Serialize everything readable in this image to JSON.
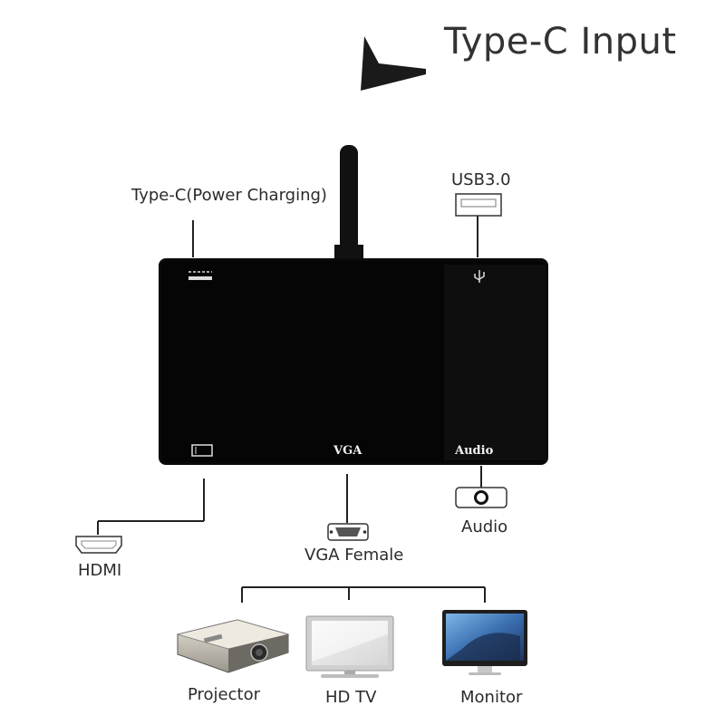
{
  "title": "Type-C Input",
  "ports": {
    "typec_power": "Type-C(Power Charging)",
    "usb": "USB3.0",
    "hub_vga": "VGA",
    "hub_audio": "Audio"
  },
  "outputs": {
    "hdmi": "HDMI",
    "vga": "VGA Female",
    "audio": "Audio"
  },
  "devices": {
    "projector": "Projector",
    "hdtv": "HD TV",
    "monitor": "Monitor"
  },
  "icons": [
    "type-c-port-icon",
    "usb-symbol-icon",
    "hdmi-port-icon",
    "hdmi-connector-icon",
    "vga-connector-icon",
    "audio-jack-icon",
    "usb-port-icon",
    "projector-icon",
    "hdtv-icon",
    "monitor-icon"
  ],
  "colors": {
    "hub": "#0a0a0a",
    "line": "#222222",
    "text": "#2b2b2b"
  }
}
